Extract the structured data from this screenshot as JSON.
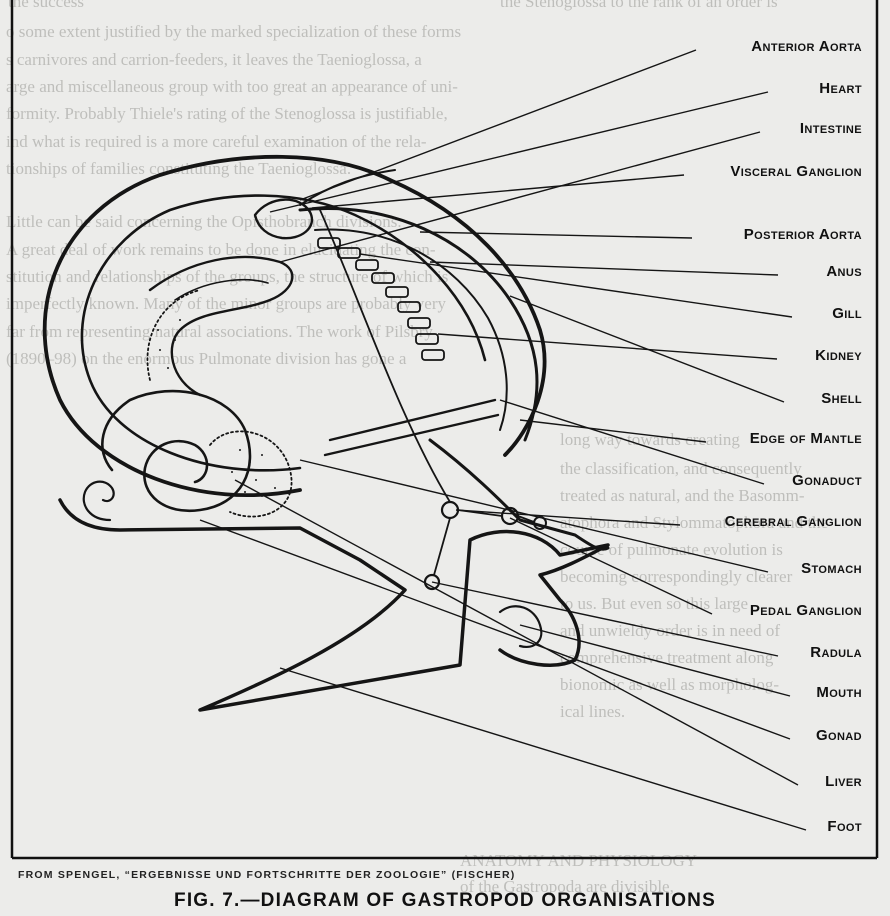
{
  "header_fragments": {
    "top_left": "the success",
    "top_center": "the Stenoglossa to the rank of an order is"
  },
  "background_text_lines": [
    "o some extent justified by the marked specialization of these forms",
    "s carnivores and carrion-feeders, it leaves the Taenioglossa, a",
    "arge and miscellaneous group with too great an appearance of uni-",
    "formity. Probably Thiele's rating of the Stenoglossa is justifiable,",
    "ind what is required is a more careful examination of the rela-",
    "tionships of families constituting the Taenioglossa.",
    "Little can be said concerning the Opisthobranch divisions.",
    "A great deal of work remains to be done in elucidating the con-",
    "stitution and relationships of the groups, the structure of which is",
    "imperfectly known. Many of the minor groups are probably very",
    "far from representing natural associations. The work of Pilsbry",
    "(1890–98) on the enormous Pulmonate division has gone a",
    "long way towards creating",
    "the classification, and consequently",
    "treated as natural, and the Basomm-",
    "atophora and Stylommatophora and the",
    "course of pulmonate evolution is",
    "becoming correspondingly clearer",
    "to us. But even so this large",
    "and unwieldy order is in need of",
    "comprehensive treatment along",
    "bionomic as well as morpholog-",
    "ical lines.",
    "ANATOMY AND PHYSIOLOGY",
    "of the Gastropoda are divisible,"
  ],
  "labels": [
    {
      "id": "anterior-aorta",
      "text": "Anterior Aorta"
    },
    {
      "id": "heart",
      "text": "Heart"
    },
    {
      "id": "intestine",
      "text": "Intestine"
    },
    {
      "id": "visceral-ganglion",
      "text": "Visceral Ganglion"
    },
    {
      "id": "posterior-aorta",
      "text": "Posterior Aorta"
    },
    {
      "id": "anus",
      "text": "Anus"
    },
    {
      "id": "gill",
      "text": "Gill"
    },
    {
      "id": "kidney",
      "text": "Kidney"
    },
    {
      "id": "shell",
      "text": "Shell"
    },
    {
      "id": "edge-of-mantle",
      "text": "Edge of Mantle"
    },
    {
      "id": "gonaduct",
      "text": "Gonaduct"
    },
    {
      "id": "cerebral-ganglion",
      "text": "Cerebral Ganglion"
    },
    {
      "id": "stomach",
      "text": "Stomach"
    },
    {
      "id": "pedal-ganglion",
      "text": "Pedal Ganglion"
    },
    {
      "id": "radula",
      "text": "Radula"
    },
    {
      "id": "mouth",
      "text": "Mouth"
    },
    {
      "id": "gonad",
      "text": "Gonad"
    },
    {
      "id": "liver",
      "text": "Liver"
    },
    {
      "id": "foot",
      "text": "Foot"
    }
  ],
  "credit": "FROM SPENGEL, “ERGEBNISSE UND FORTSCHRITTE DER ZOOLOGIE” (FISCHER)",
  "figure_title": "FIG. 7.—DIAGRAM OF GASTROPOD ORGANISATIONS"
}
